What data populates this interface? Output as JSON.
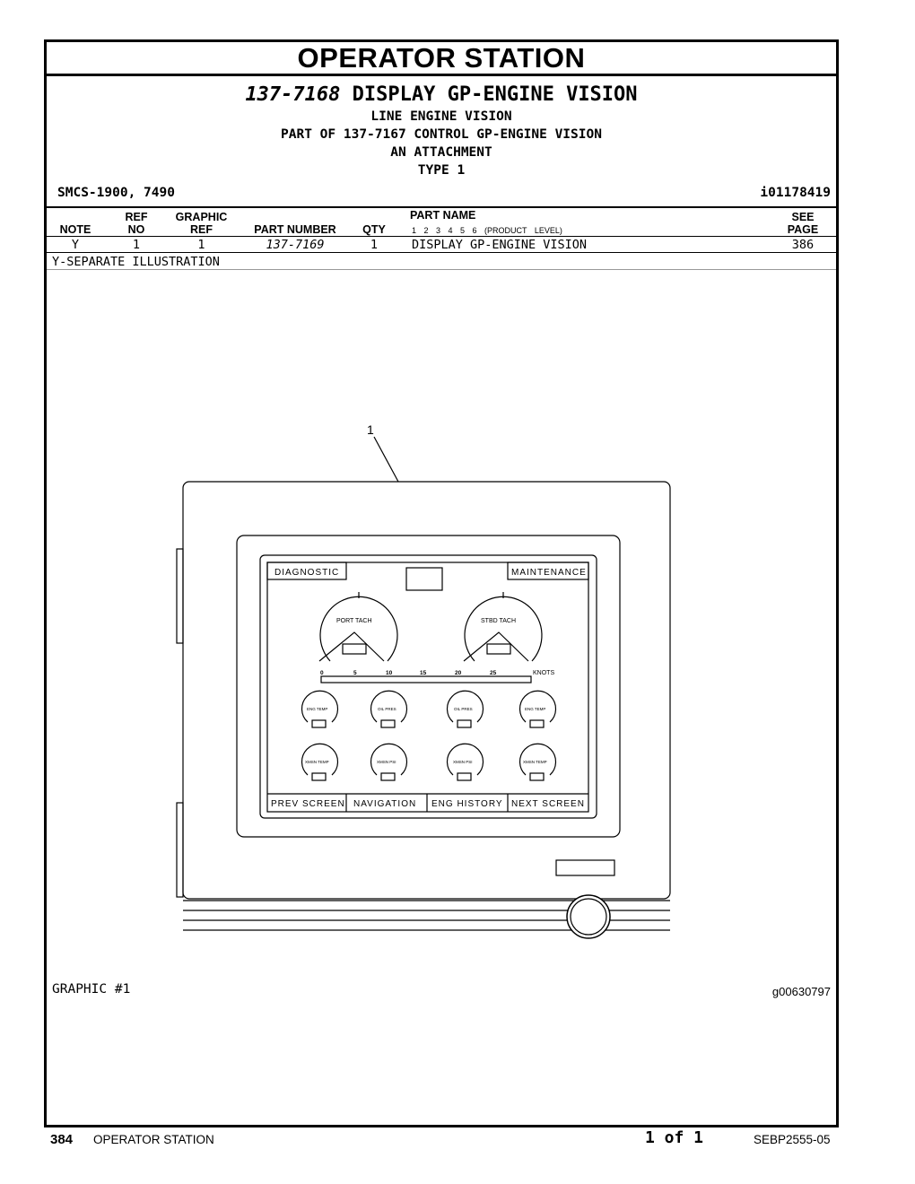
{
  "header": {
    "section_title": "OPERATOR STATION",
    "part_number": "137-7168",
    "part_title": "DISPLAY GP-ENGINE VISION",
    "subtitle_lines": [
      "LINE ENGINE VISION",
      "PART OF 137-7167 CONTROL GP-ENGINE VISION",
      "AN ATTACHMENT",
      "TYPE 1"
    ],
    "smcs": "SMCS-1900, 7490",
    "ident": "i01178419"
  },
  "table": {
    "headers": {
      "note": "NOTE",
      "ref_top": "REF",
      "ref_bottom": "NO",
      "graphic_top": "GRAPHIC",
      "graphic_bottom": "REF",
      "part_number": "PART NUMBER",
      "qty": "QTY",
      "part_name": "PART NAME",
      "product_levels": "1   2   3   4   5   6   (PRODUCT LEVEL)",
      "see_top": "SEE",
      "see_bottom": "PAGE"
    },
    "rows": [
      {
        "note": "Y",
        "ref_no": "1",
        "graphic_ref": "1",
        "part_number": "137-7169",
        "qty": "1",
        "part_name": "DISPLAY GP-ENGINE VISION",
        "see_page": "386"
      }
    ],
    "notes": [
      "Y-SEPARATE ILLUSTRATION"
    ]
  },
  "illustration": {
    "callout": "1",
    "top_left_button": "DIAGNOSTIC",
    "top_right_button": "MAINTENANCE",
    "large_gauges": [
      "PORT TACH",
      "STBD TACH"
    ],
    "scale_ticks": [
      "0",
      "5",
      "10",
      "15",
      "20",
      "25"
    ],
    "scale_unit": "KNOTS",
    "small_gauges_row1": [
      "ENG TEMP",
      "OIL PRES",
      "OIL PRES",
      "ENG TEMP"
    ],
    "small_gauges_row2": [
      "XMSN TEMP",
      "XMSN PSI",
      "XMSN PSI",
      "XMSN TEMP"
    ],
    "bottom_buttons": [
      "PREV SCREEN",
      "NAVIGATION",
      "ENG HISTORY",
      "NEXT SCREEN"
    ],
    "graphic_label": "GRAPHIC #1",
    "graphic_id": "g00630797"
  },
  "footer": {
    "page": "384",
    "section": "OPERATOR STATION",
    "count": "1 of 1",
    "doc": "SEBP2555-05"
  }
}
